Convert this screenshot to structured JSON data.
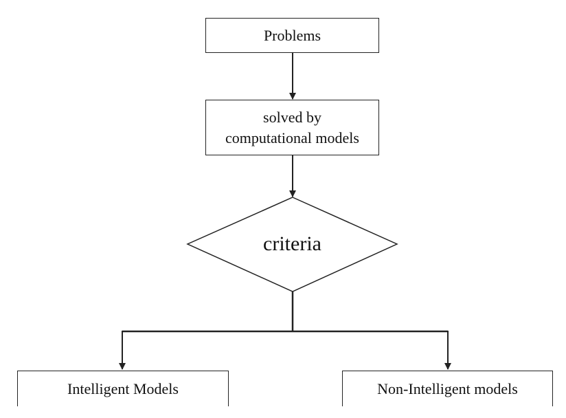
{
  "diagram": {
    "nodes": {
      "problems": "Problems",
      "solved_line1": "solved by",
      "solved_line2": "computational models",
      "criteria": "criteria",
      "intelligent": "Intelligent Models",
      "non_intelligent": "Non-Intelligent models"
    },
    "edges": [
      {
        "from": "problems",
        "to": "solved",
        "style": "arrow"
      },
      {
        "from": "solved",
        "to": "criteria",
        "style": "arrow"
      },
      {
        "from": "criteria",
        "to": "intelligent",
        "style": "elbow-arrow"
      },
      {
        "from": "criteria",
        "to": "non_intelligent",
        "style": "elbow-arrow"
      }
    ],
    "colors": {
      "stroke": "#222222",
      "background": "#ffffff",
      "text": "#111111"
    }
  }
}
